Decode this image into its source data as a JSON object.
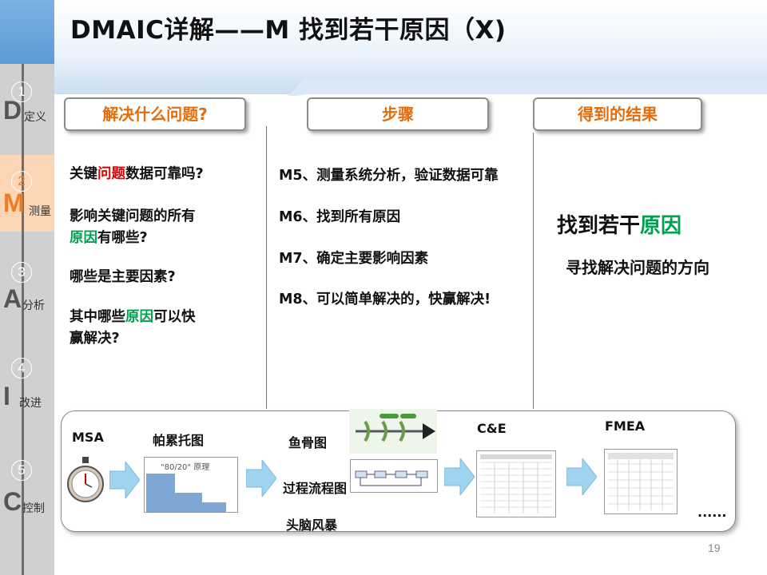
{
  "title": "DMAIC详解——M 找到若干原因（X)",
  "nav": [
    {
      "num": "1",
      "letter": "D",
      "label": "定义"
    },
    {
      "num": "2",
      "letter": "M",
      "label": "测量"
    },
    {
      "num": "3",
      "letter": "A",
      "label": "分析"
    },
    {
      "num": "4",
      "letter": "I",
      "label": "改进"
    },
    {
      "num": "5",
      "letter": "C",
      "label": "控制"
    }
  ],
  "columns": {
    "left": "解决什么问题?",
    "middle": "步骤",
    "right": "得到的结果"
  },
  "questions": {
    "q1_a": "关键",
    "q1_b": "问题",
    "q1_c": "数据可靠吗?",
    "q2_line1": "影响关键问题的所有",
    "q2_a": "原因",
    "q2_b": "有哪些?",
    "q3": "哪些是主要因素?",
    "q4_a": "其中哪些",
    "q4_b": "原因",
    "q4_c": "可以快",
    "q4_line2": "赢解决?"
  },
  "steps": [
    "M5、测量系统分析，验证数据可靠",
    "M6、找到所有原因",
    "M7、确定主要影响因素",
    "M8、可以简单解决的，快赢解决!"
  ],
  "result": {
    "main_a": "找到若干",
    "main_b": "原因",
    "sub": "寻找解决问题的方向"
  },
  "tools": {
    "msa": "MSA",
    "pareto": "帕累托图",
    "pareto_chart_label": "\"80/20\" 原理",
    "fishbone": "鱼骨图",
    "process": "过程流程图",
    "brainstorm": "头脑风暴",
    "ce": "C&E",
    "fmea": "FMEA",
    "ellipsis": "......"
  },
  "page_number": "19",
  "colors": {
    "accent_orange": "#e46c0a",
    "highlight_red": "#e00000",
    "highlight_green": "#00a050",
    "nav_active": "#fcd5b4",
    "arrow_fill": "#9fd3f0"
  }
}
